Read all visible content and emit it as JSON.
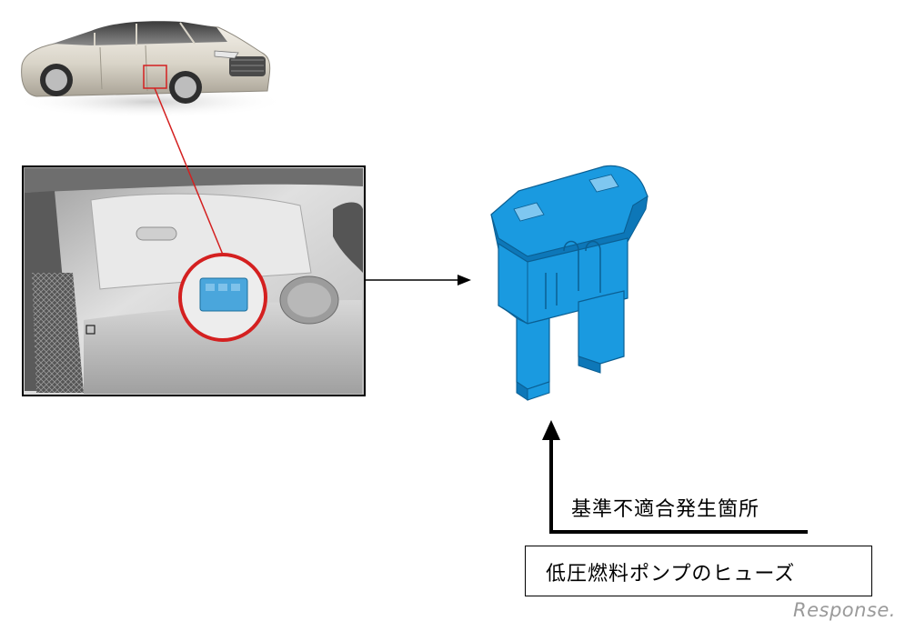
{
  "annotations": {
    "nonconformity_label": "基準不適合発生箇所",
    "part_label": "低圧燃料ポンプのヒューズ"
  },
  "watermark": "Response.",
  "colors": {
    "highlight": "#d42020",
    "fuse_blue": "#1a9ae0",
    "fuse_blue_dark": "#0d77b8",
    "arrow": "#000000"
  }
}
